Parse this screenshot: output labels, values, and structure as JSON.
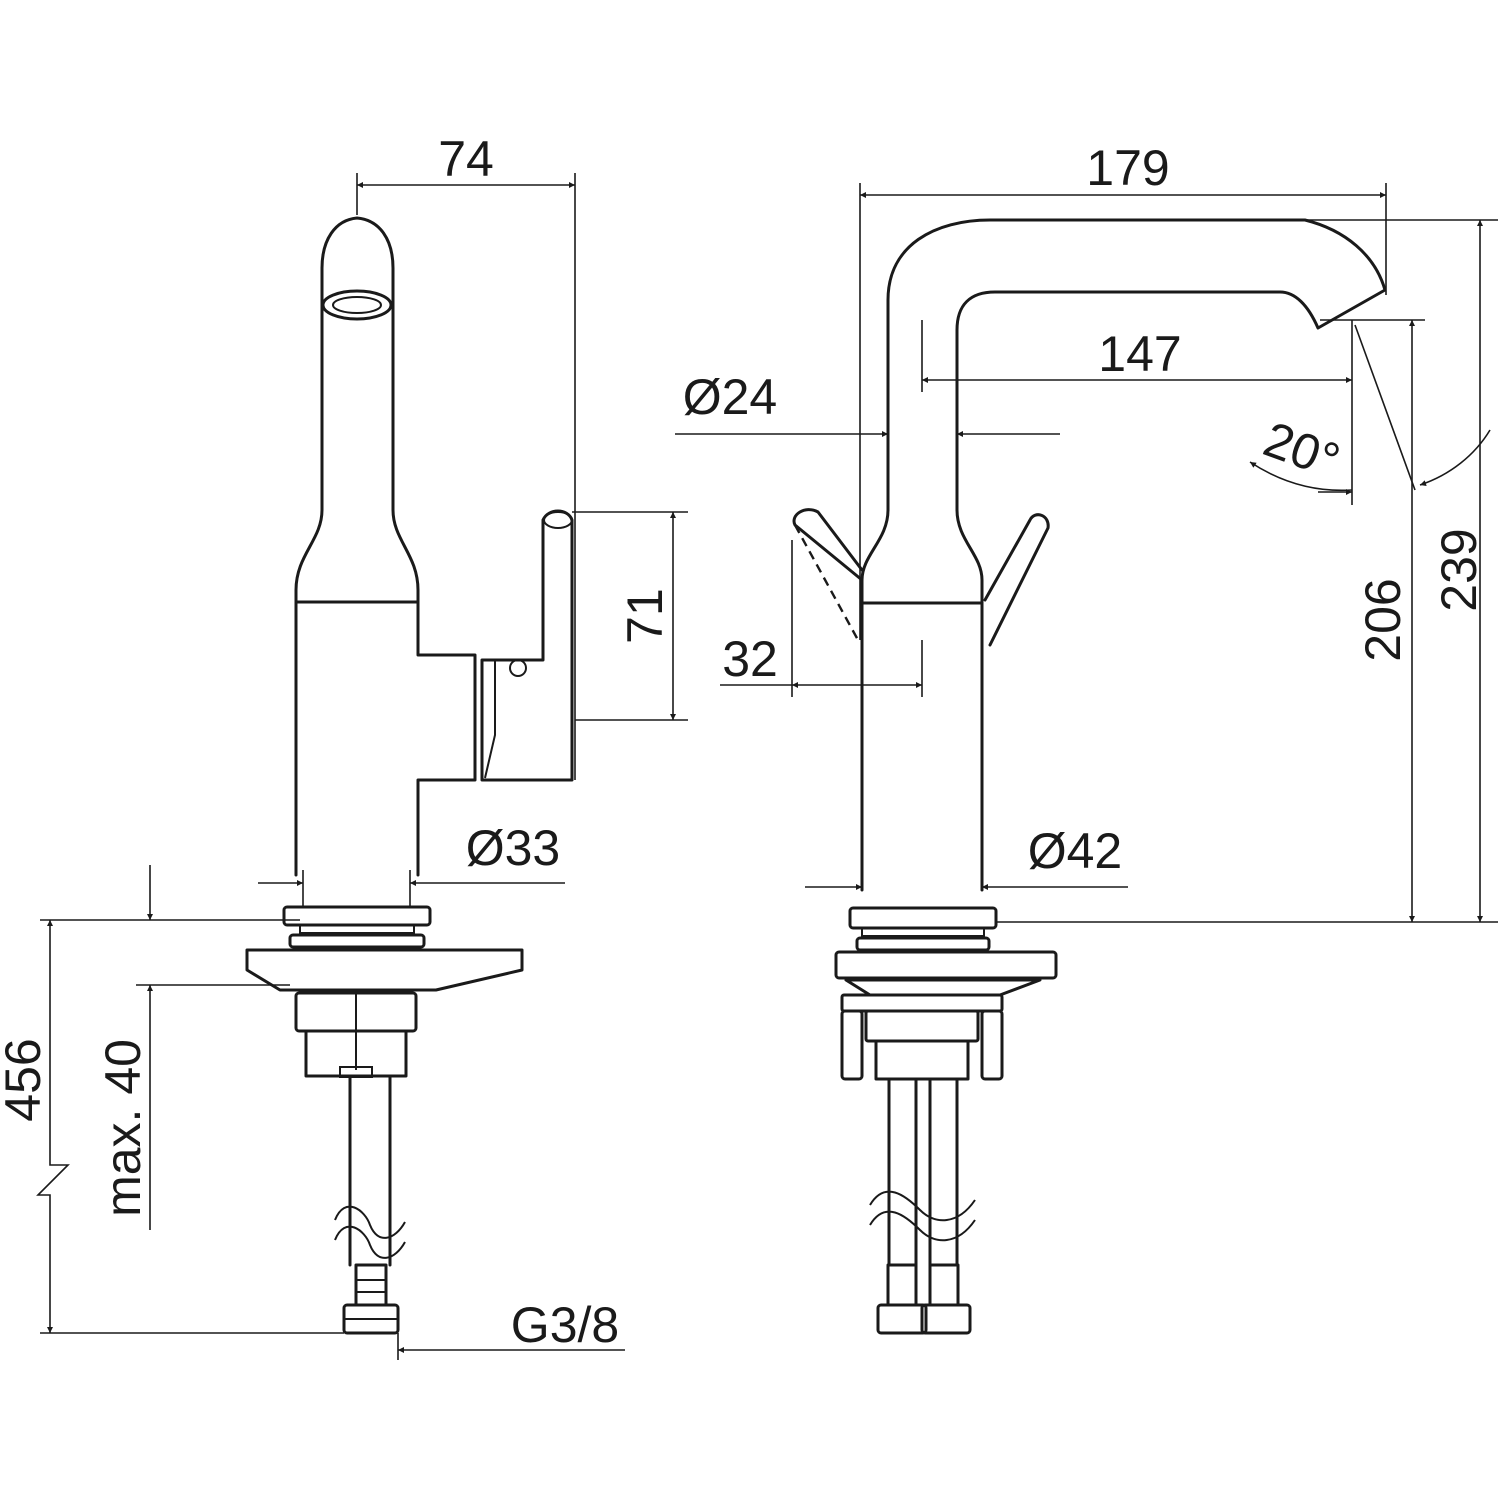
{
  "drawing": {
    "side_view": {
      "dim_spout_depth": "74",
      "dim_lever_height": "71",
      "dim_body_diameter": "Ø33",
      "dim_total_length": "456",
      "dim_max_thickness": "max. 40",
      "dim_connection_thread": "G3/8"
    },
    "front_view": {
      "dim_spout_reach": "179",
      "dim_inner_reach": "147",
      "dim_spout_diameter": "Ø24",
      "dim_spout_angle": "20°",
      "dim_lever_offset": "32",
      "dim_base_diameter": "Ø42",
      "dim_outlet_height": "206",
      "dim_total_height": "239"
    }
  }
}
